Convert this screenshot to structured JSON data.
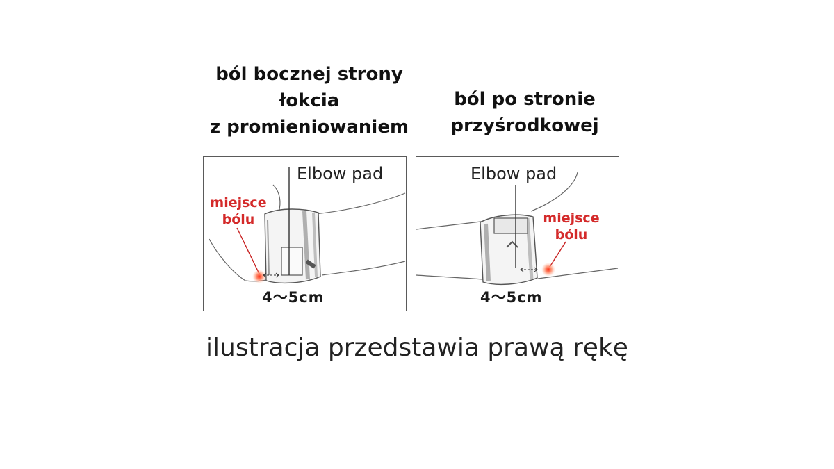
{
  "left": {
    "heading_lines": [
      "ból bocznej strony",
      "łokcia",
      "z promieniowaniem"
    ],
    "pad_label": "Elbow pad",
    "pain_lines": [
      "miejsce",
      "bólu"
    ],
    "measure": "4～5cm"
  },
  "right": {
    "heading_lines": [
      "ból po stronie",
      "przyśrodkowej"
    ],
    "pad_label": "Elbow pad",
    "pain_lines": [
      "miejsce",
      "bólu"
    ],
    "measure": "4～5cm"
  },
  "caption": "ilustracja przedstawia prawą rękę",
  "colors": {
    "pain": "#d42a2a",
    "outline": "#5a5a5a"
  }
}
